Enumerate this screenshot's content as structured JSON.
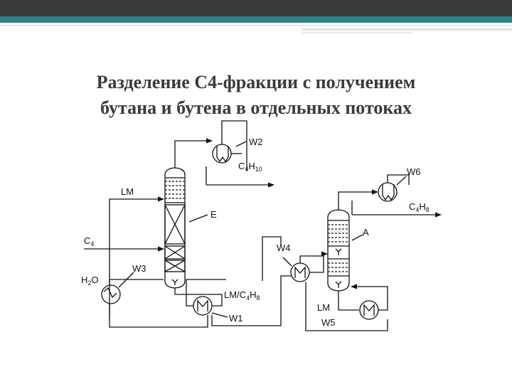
{
  "slide": {
    "title_line1": "Разделение С4-фракции с получением",
    "title_line2": "бутана и бутена в отдельных потоках"
  },
  "labels": {
    "w2": "W2",
    "c4h10_main": "C",
    "c4h10_sub1": "4",
    "c4h10_h": "H",
    "c4h10_sub2": "10",
    "lm_top": "LM",
    "e": "E",
    "c4_main": "C",
    "c4_sub": "4",
    "h2o_h": "H",
    "h2o_sub": "2",
    "h2o_o": "O",
    "w3": "W3",
    "lmc4h8_lm": "LM/C",
    "lmc4h8_sub1": "4",
    "lmc4h8_h": "H",
    "lmc4h8_sub2": "8",
    "w1": "W1",
    "w6": "W6",
    "c4h8_main": "C",
    "c4h8_sub1": "4",
    "c4h8_h": "H",
    "c4h8_sub2": "8",
    "a": "A",
    "w4": "W4",
    "lm_bottom": "LM",
    "w5": "W5"
  },
  "colors": {
    "top_bar": "#3a3a3c",
    "accent": "#2f7f86",
    "title": "#3b3b3b",
    "line": "#111111"
  }
}
